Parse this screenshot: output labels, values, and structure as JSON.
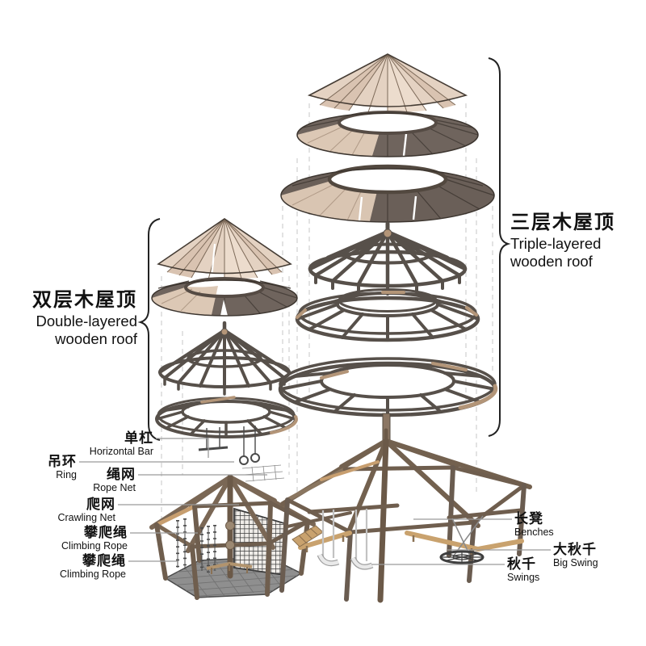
{
  "labels": {
    "titles": {
      "double": {
        "zh": "双层木屋顶",
        "en1": "Double-layered",
        "en2": "wooden roof"
      },
      "triple": {
        "zh": "三层木屋顶",
        "en1": "Triple-layered",
        "en2": "wooden roof"
      }
    },
    "parts_left": [
      {
        "zh": "单杠",
        "en": "Horizontal Bar"
      },
      {
        "zh": "吊环",
        "en": "Ring"
      },
      {
        "zh": "绳网",
        "en": "Rope Net"
      },
      {
        "zh": "爬网",
        "en": "Crawling Net"
      },
      {
        "zh": "攀爬绳",
        "en": "Climbing Rope"
      },
      {
        "zh": "攀爬绳",
        "en": "Climbing Rope"
      }
    ],
    "parts_right": [
      {
        "zh": "长凳",
        "en": "Benches"
      },
      {
        "zh": "大秋千",
        "en": "Big Swing"
      },
      {
        "zh": "秋千",
        "en": "Swings"
      }
    ]
  },
  "colors": {
    "background": "#ffffff",
    "light_wood": "#e4d2c2",
    "light_wood_shade": "#d9c3b1",
    "light_wood_bright": "#ecdccd",
    "roof_underside": "#dcc8b5",
    "dark_roof": "#6f645d",
    "dark_roof_lower": "#6a5f58",
    "frame_wood": "#57504a",
    "accent_wood": "#b39578",
    "structure_wood": "#6f5e4e",
    "plank_wood": "#c9a26e",
    "net": "#3b3b3b",
    "floor": "#8f8f8f",
    "strap": "#e9e9e9",
    "leader_line": "#9a9a9a",
    "guide_line": "#c7c7c7",
    "text": "#111111"
  }
}
